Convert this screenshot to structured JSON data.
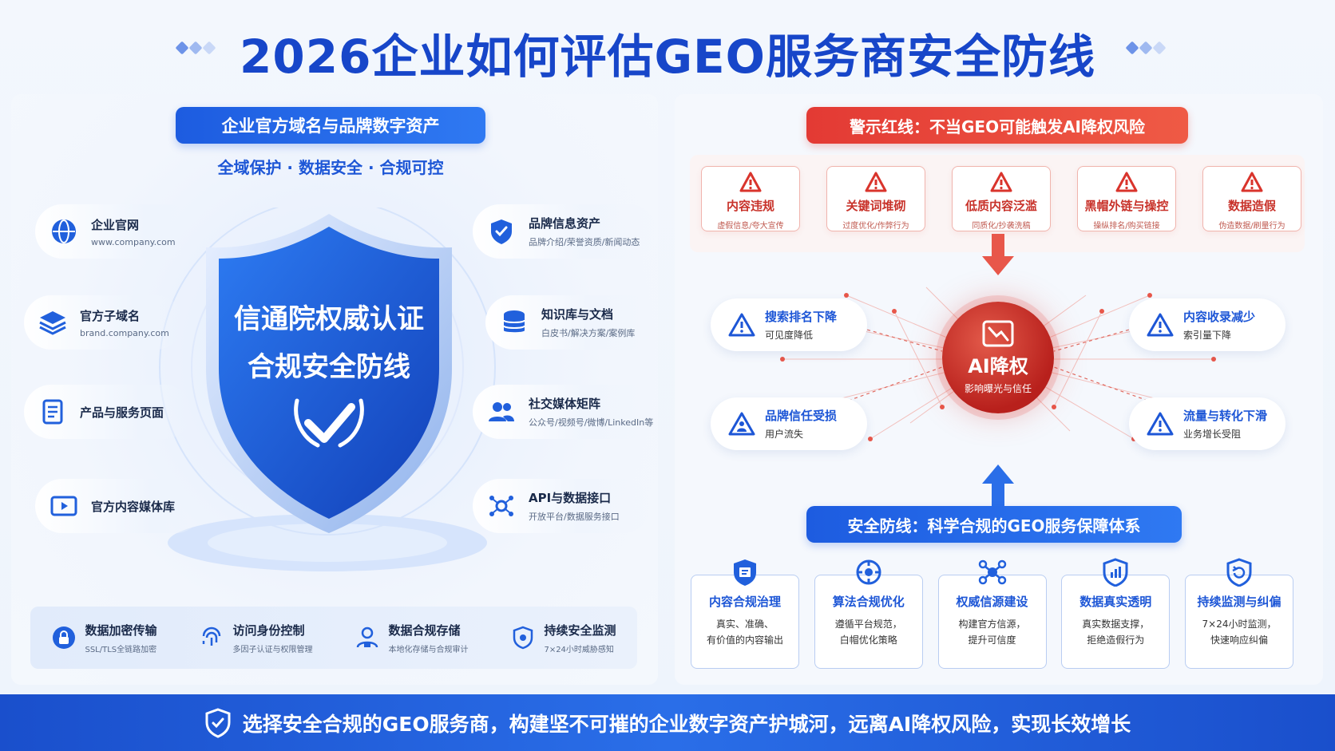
{
  "title": "2026企业如何评估GEO服务商安全防线",
  "left": {
    "header": "企业官方域名与品牌数字资产",
    "subheader": "全域保护 · 数据安全 · 合规可控",
    "shield": {
      "line1": "信通院权威认证",
      "line2": "合规安全防线"
    },
    "assets_left": [
      {
        "icon": "globe-icon",
        "title": "企业官网",
        "sub": "www.company.com"
      },
      {
        "icon": "layers-icon",
        "title": "官方子域名",
        "sub": "brand.company.com"
      },
      {
        "icon": "document-icon",
        "title": "产品与服务页面",
        "sub": ""
      },
      {
        "icon": "video-icon",
        "title": "官方内容媒体库",
        "sub": ""
      }
    ],
    "assets_right": [
      {
        "icon": "shield-check-icon",
        "title": "品牌信息资产",
        "sub": "品牌介绍/荣誉资质/新闻动态"
      },
      {
        "icon": "database-icon",
        "title": "知识库与文档",
        "sub": "白皮书/解决方案/案例库"
      },
      {
        "icon": "users-icon",
        "title": "社交媒体矩阵",
        "sub": "公众号/视频号/微博/LinkedIn等"
      },
      {
        "icon": "api-icon",
        "title": "API与数据接口",
        "sub": "开放平台/数据服务接口"
      }
    ],
    "features": [
      {
        "icon": "lock-icon",
        "title": "数据加密传输",
        "sub": "SSL/TLS全链路加密"
      },
      {
        "icon": "fingerprint-icon",
        "title": "访问身份控制",
        "sub": "多因子认证与权限管理"
      },
      {
        "icon": "storage-icon",
        "title": "数据合规存储",
        "sub": "本地化存储与合规审计"
      },
      {
        "icon": "monitor-icon",
        "title": "持续安全监测",
        "sub": "7×24小时威胁感知"
      }
    ]
  },
  "right": {
    "warning_header": "警示红线：不当GEO可能触发AI降权风险",
    "warnings": [
      {
        "title": "内容违规",
        "sub": "虚假信息/夸大宣传"
      },
      {
        "title": "关键词堆砌",
        "sub": "过度优化/作弊行为"
      },
      {
        "title": "低质内容泛滥",
        "sub": "同质化/抄袭洗稿"
      },
      {
        "title": "黑帽外链与操控",
        "sub": "操纵排名/购买链接"
      },
      {
        "title": "数据造假",
        "sub": "伪造数据/刷量行为"
      }
    ],
    "core": {
      "title": "AI降权",
      "sub": "影响曝光与信任"
    },
    "risks": [
      {
        "title": "搜索排名下降",
        "sub": "可见度降低"
      },
      {
        "title": "内容收录减少",
        "sub": "索引量下降"
      },
      {
        "title": "品牌信任受损",
        "sub": "用户流失"
      },
      {
        "title": "流量与转化下滑",
        "sub": "业务增长受阻"
      }
    ],
    "guarantee_header": "安全防线：科学合规的GEO服务保障体系",
    "guarantees": [
      {
        "title": "内容合规治理",
        "line1": "真实、准确、",
        "line2": "有价值的内容输出"
      },
      {
        "title": "算法合规优化",
        "line1": "遵循平台规范，",
        "line2": "白帽优化策略"
      },
      {
        "title": "权威信源建设",
        "line1": "构建官方信源，",
        "line2": "提升可信度"
      },
      {
        "title": "数据真实透明",
        "line1": "真实数据支撑，",
        "line2": "拒绝造假行为"
      },
      {
        "title": "持续监测与纠偏",
        "line1": "7×24小时监测，",
        "line2": "快速响应纠偏"
      }
    ]
  },
  "footer": "选择安全合规的GEO服务商，构建坚不可摧的企业数字资产护城河，远离AI降权风险，实现长效增长",
  "colors": {
    "brand_blue": "#1d56d6",
    "warning_red": "#e33a34",
    "footer_blue": "#2a6ee8"
  }
}
